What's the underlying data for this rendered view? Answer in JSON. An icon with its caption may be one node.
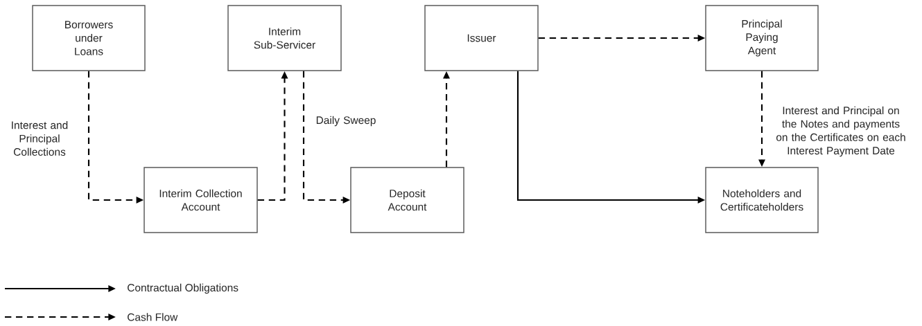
{
  "diagram": {
    "nodes": [
      {
        "text": [
          "Borrowers under Loans"
        ]
      },
      {
        "text": [
          "Interim Sub-Servicer"
        ]
      },
      {
        "text": [
          "Issuer"
        ]
      },
      {
        "text": [
          "Principal Paying Agent"
        ]
      },
      {
        "text": [
          "Interim Collection Account"
        ]
      },
      {
        "text": [
          "Deposit Account"
        ]
      },
      {
        "text": [
          "Noteholders and Certificateholders"
        ]
      }
    ],
    "edges": [
      {
        "from": 0,
        "to": 4,
        "arrow": "to",
        "style": "dashed",
        "label": "Interest and Principal Collections"
      },
      {
        "from": 4,
        "to": 1,
        "arrow": "to",
        "style": "dashed"
      },
      {
        "from": 1,
        "to": 5,
        "arrow": "to",
        "style": "dashed",
        "label": "Daily Sweep"
      },
      {
        "from": 5,
        "to": 2,
        "arrow": "to",
        "style": "dashed"
      },
      {
        "from": 2,
        "to": 3,
        "arrow": "to",
        "style": "dashed"
      },
      {
        "from": 3,
        "to": 6,
        "arrow": "to",
        "style": "dashed",
        "label": "Interest and Principal on the Notes and payments on the Certificates on each Interest Payment Date"
      },
      {
        "from": 2,
        "to": 6,
        "arrow": "to"
      }
    ],
    "legend": [
      {
        "text": "Contractual Obligations"
      },
      {
        "text": "Cash Flow"
      }
    ]
  }
}
